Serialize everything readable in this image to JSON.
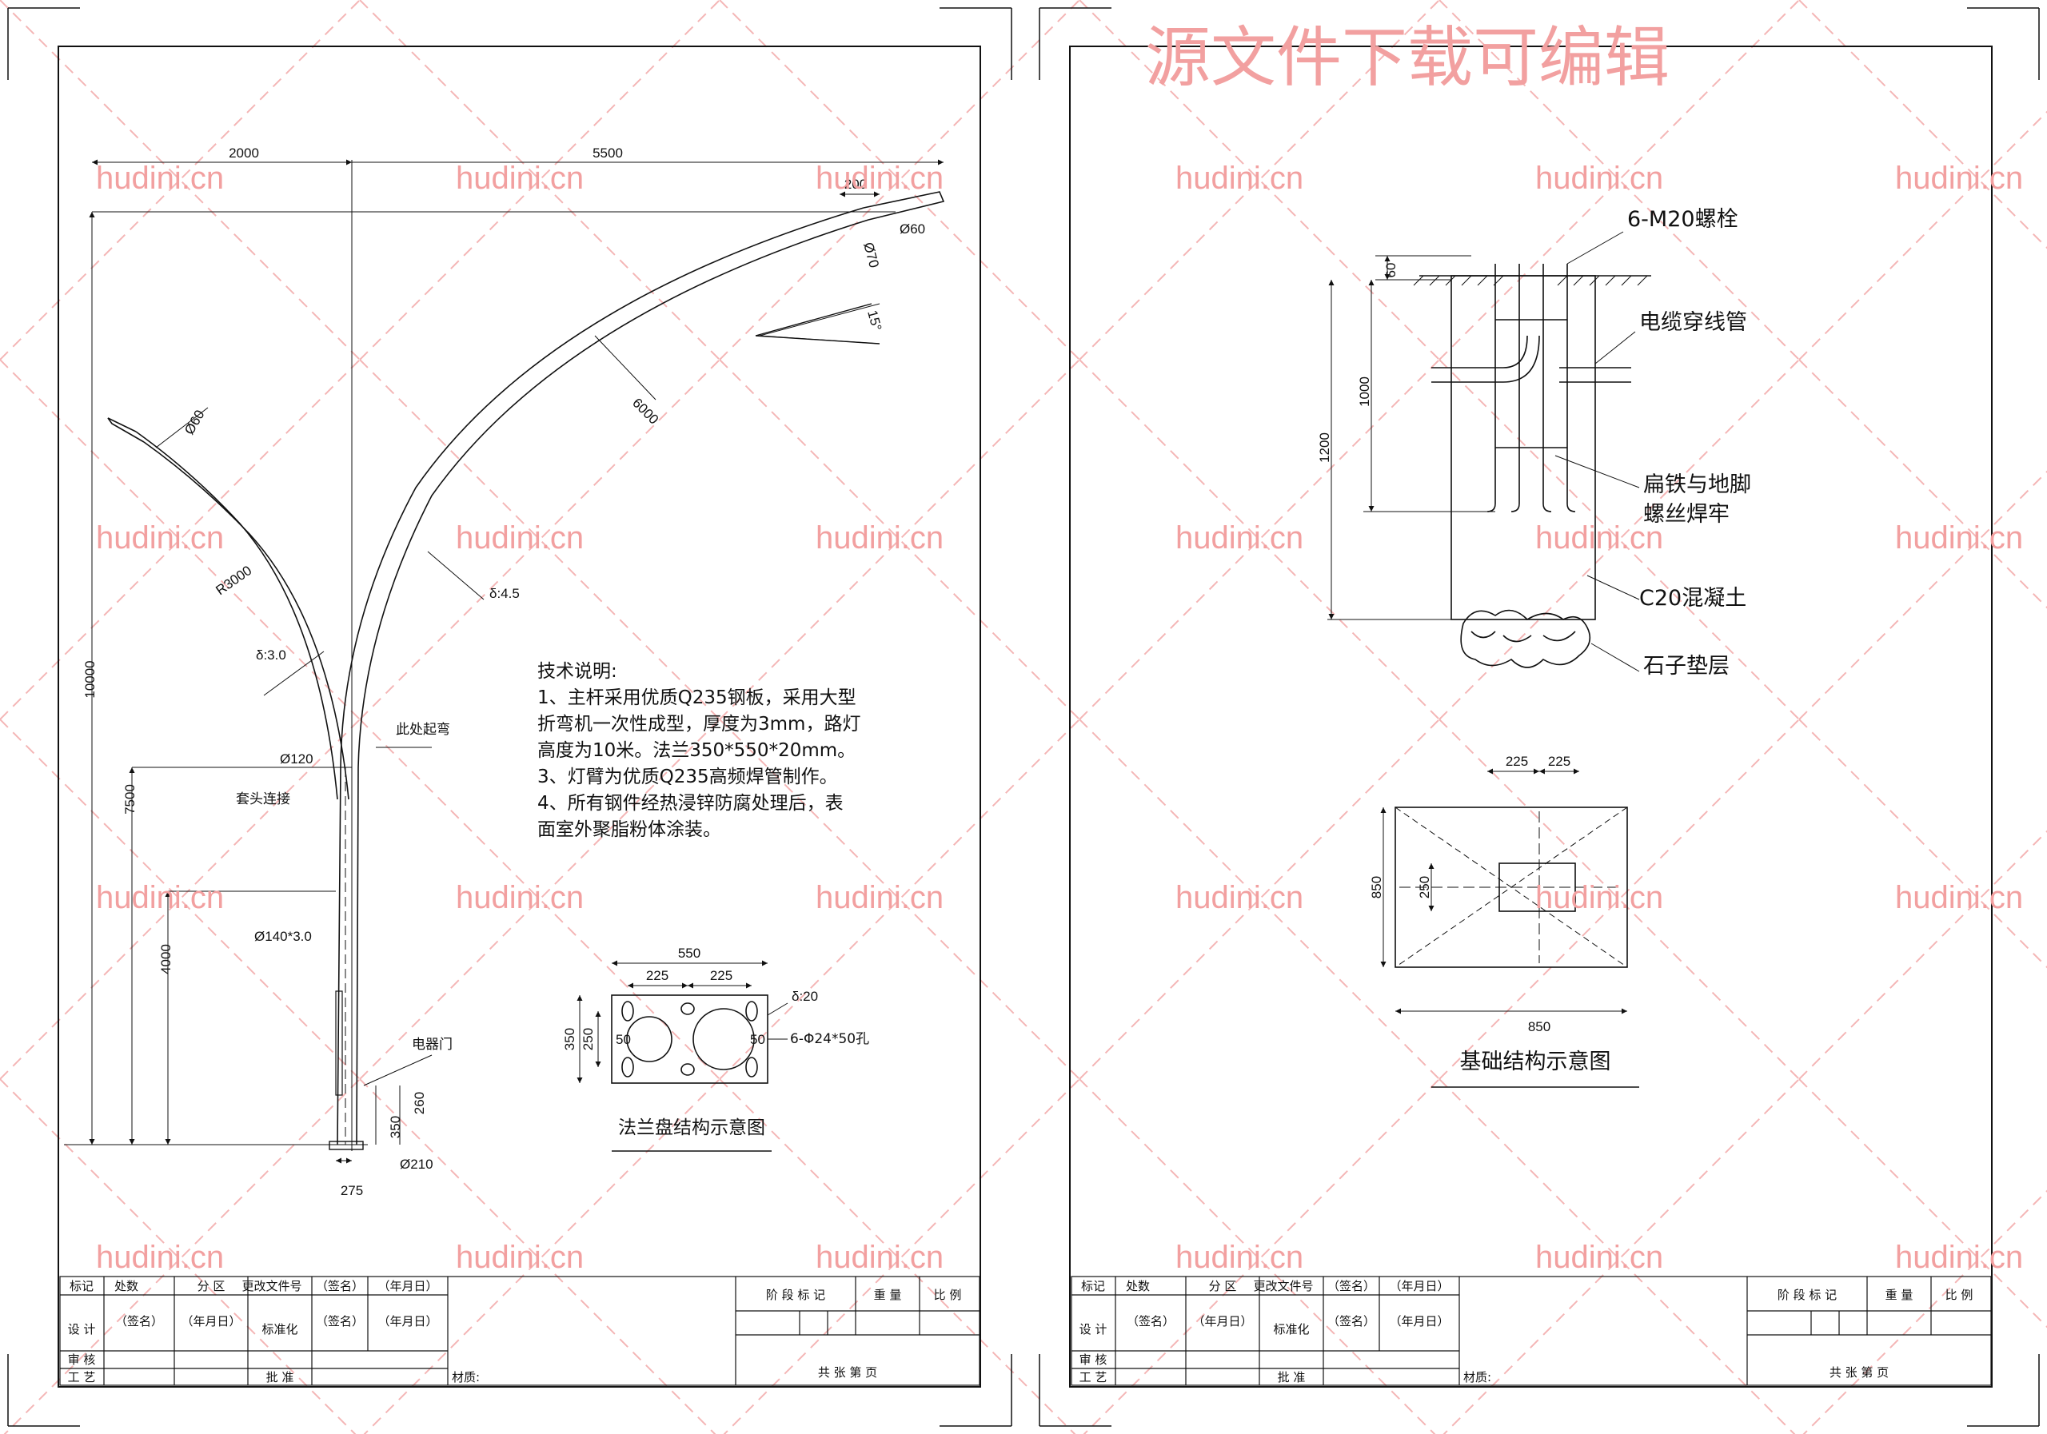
{
  "banner": "源文件下载可编辑",
  "watermark": "hudini.cn",
  "colors": {
    "line": "#111111",
    "watermark": "#f2a0a0",
    "background": "#ffffff"
  },
  "left_sheet": {
    "dims": {
      "top_left": "2000",
      "top_right": "5500",
      "tip_len": "200",
      "tip_d": "Ø60",
      "arm_d": "Ø70",
      "angle": "15°",
      "big_r": "6000",
      "small_d": "Ø60",
      "small_r": "R3000",
      "d45": "δ:4.5",
      "d30": "δ:3.0",
      "height": "10000",
      "h7500": "7500",
      "h4000": "4000",
      "d120": "Ø120",
      "d140": "Ø140*3.0",
      "door_h": "260",
      "base_h": "350",
      "d210": "Ø210",
      "base_w": "275"
    },
    "labels": {
      "bend": "此处起弯",
      "sleeve": "套头连接",
      "door": "电器门"
    },
    "notes": {
      "title": "技术说明:",
      "lines": [
        "1、主杆采用优质Q235钢板，采用大型",
        "折弯机一次性成型，厚度为3mm，路灯",
        "高度为10米。法兰350*550*20mm。",
        "3、灯臂为优质Q235高频焊管制作。",
        "4、所有钢件经热浸锌防腐处理后，表",
        "面室外聚脂粉体涂装。"
      ]
    },
    "flange": {
      "w": "550",
      "s1": "225",
      "s2": "225",
      "h": "350",
      "h2": "250",
      "c1": "50",
      "c2": "50",
      "thk": "δ:20",
      "holes": "6-Φ24*50孔",
      "title": "法兰盘结构示意图"
    }
  },
  "right_sheet": {
    "labels": {
      "bolt": "6-M20螺栓",
      "cable": "电缆穿线管",
      "steel1": "扁铁与地脚",
      "steel2": "螺丝焊牢",
      "concrete": "C20混凝土",
      "gravel": "石子垫层",
      "title": "基础结构示意图"
    },
    "dims": {
      "d60": "60",
      "d1000": "1000",
      "d1200": "1200",
      "p225a": "225",
      "p225b": "225",
      "p850v": "850",
      "p250": "250",
      "p850h": "850"
    }
  },
  "title_block": {
    "r1": [
      "标记",
      "处数",
      "分 区",
      "更改文件号",
      "（签名）",
      "（年月日）"
    ],
    "r2": [
      "设 计",
      "（签名）",
      "（年月日）",
      "标准化",
      "（签名）",
      "（年月日）"
    ],
    "r3": [
      "审 核"
    ],
    "r4": [
      "工 艺",
      "批 准"
    ],
    "material": "材质:",
    "stage": "阶 段 标 记",
    "weight": "重 量",
    "scale": "比 例",
    "pages": "共    张    第    页"
  }
}
